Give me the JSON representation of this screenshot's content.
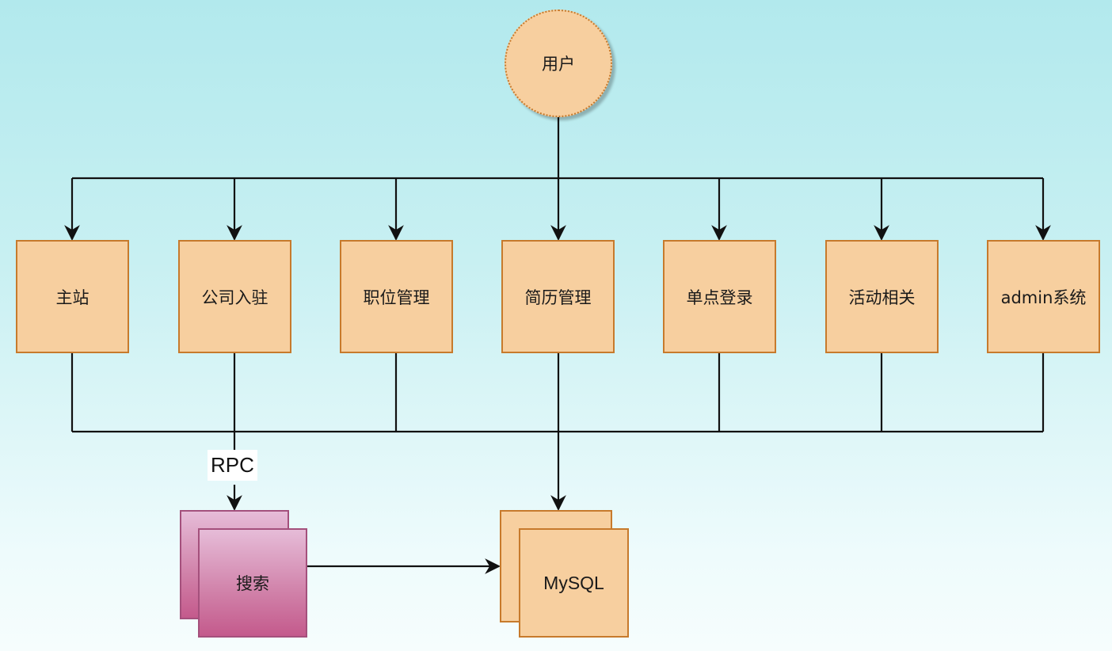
{
  "diagram": {
    "title_node": "用户",
    "modules": [
      "主站",
      "公司入驻",
      "职位管理",
      "简历管理",
      "单点登录",
      "活动相关",
      "admin系统"
    ],
    "edge_label_rpc": "RPC",
    "search_node": "搜索",
    "db_node": "MySQL",
    "colors": {
      "node_fill": "#f7cf9f",
      "node_border": "#c77a2c",
      "search_fill_top": "#e6bcd8",
      "search_fill_bottom": "#c45a8c",
      "line": "#111111"
    },
    "edges": [
      {
        "from": "用户",
        "to": "主站"
      },
      {
        "from": "用户",
        "to": "公司入驻"
      },
      {
        "from": "用户",
        "to": "职位管理"
      },
      {
        "from": "用户",
        "to": "简历管理"
      },
      {
        "from": "用户",
        "to": "单点登录"
      },
      {
        "from": "用户",
        "to": "活动相关"
      },
      {
        "from": "用户",
        "to": "admin系统"
      },
      {
        "from": "modules",
        "to": "MySQL"
      },
      {
        "from": "公司入驻",
        "to": "搜索",
        "label": "RPC"
      },
      {
        "from": "搜索",
        "to": "MySQL"
      }
    ]
  }
}
